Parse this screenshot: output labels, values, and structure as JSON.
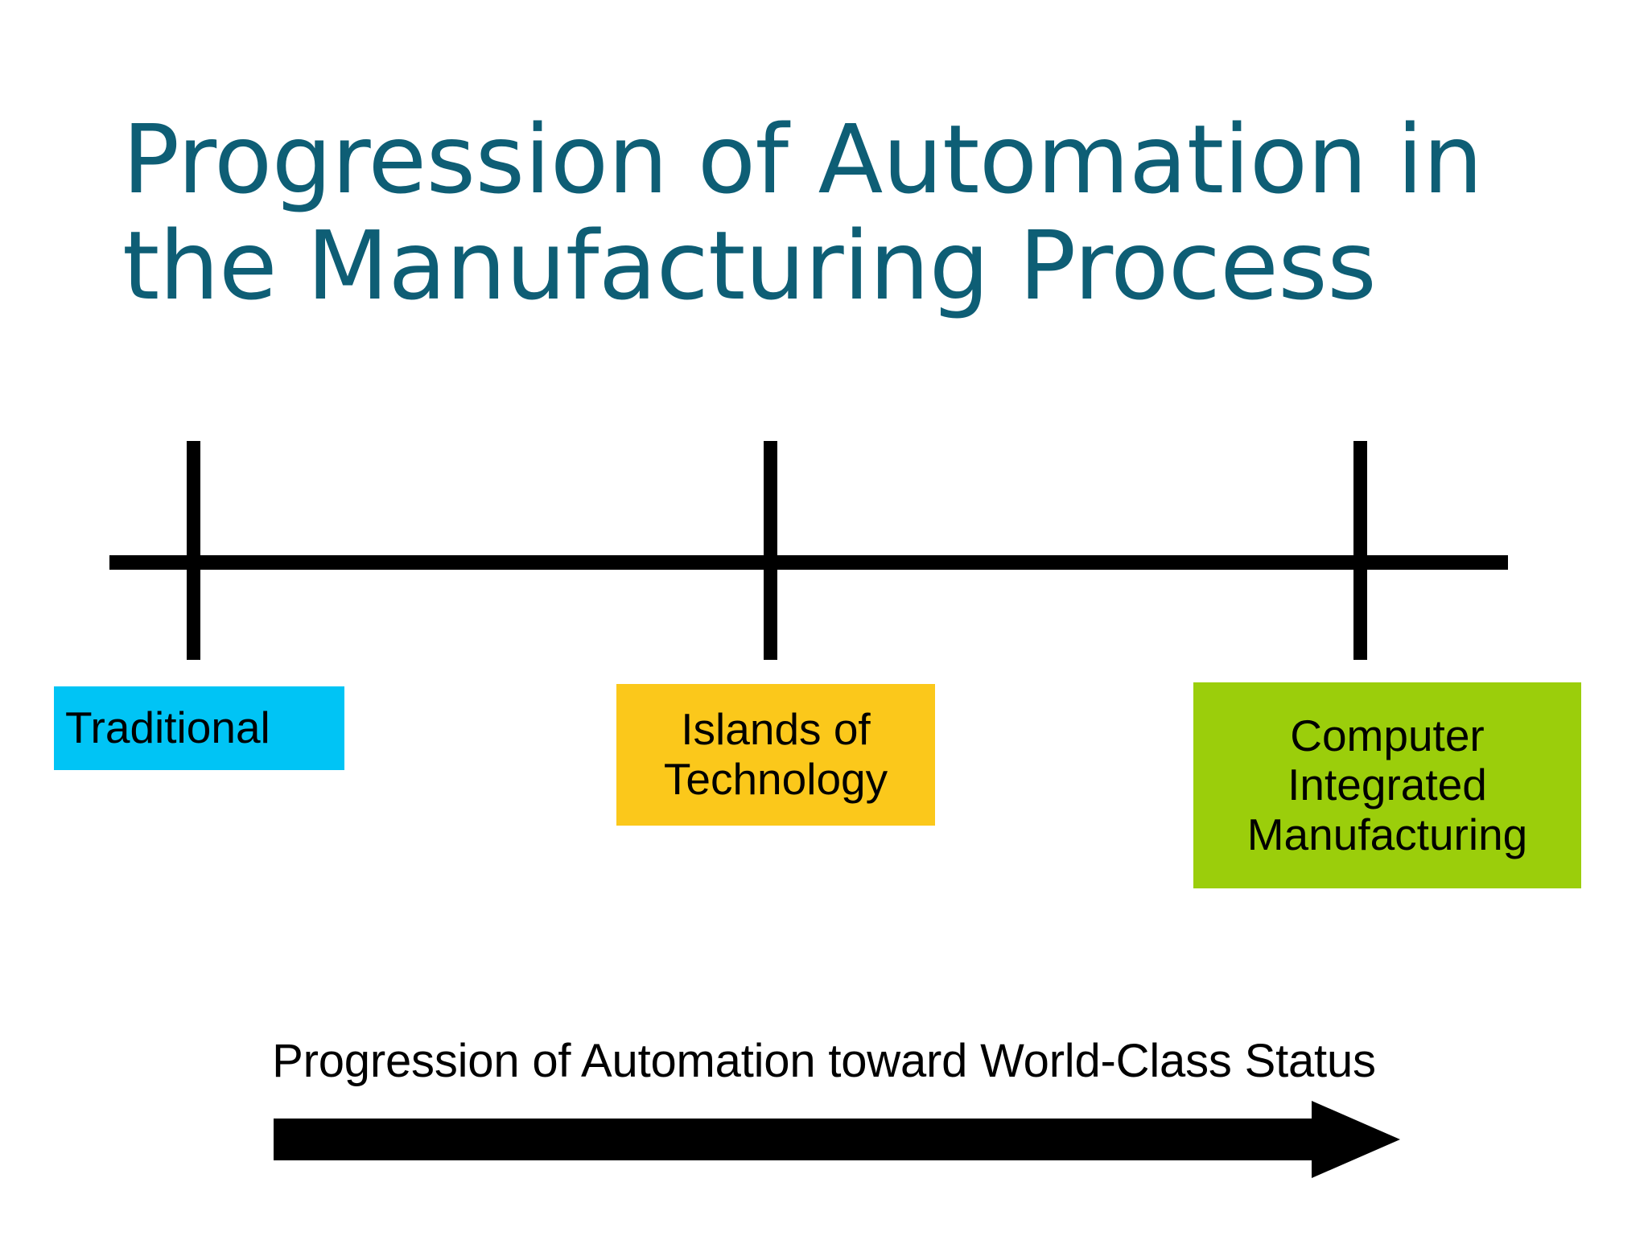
{
  "slide": {
    "title": "Progression of Automation in\nthe Manufacturing Process",
    "title_color": "#0E5E75",
    "background": "#FFFFFF"
  },
  "timeline": {
    "axis_label": "automation-progression-axis",
    "tick_count": 3,
    "ticks": [
      {
        "id": "tick-1",
        "stage": "Traditional"
      },
      {
        "id": "tick-2",
        "stage": "Islands of Technology"
      },
      {
        "id": "tick-3",
        "stage": "Computer Integrated Manufacturing"
      }
    ]
  },
  "stages": [
    {
      "label": "Traditional",
      "color": "#00C4F5",
      "color_name": "cyan",
      "lines": 1
    },
    {
      "label": "Islands of\nTechnology",
      "color": "#FBC81B",
      "color_name": "yellow",
      "lines": 2
    },
    {
      "label": "Computer\nIntegrated\nManufacturing",
      "color": "#9BCE0B",
      "color_name": "green",
      "lines": 3
    }
  ],
  "caption": {
    "text": "Progression of Automation toward World-Class Status",
    "color": "#000000"
  },
  "arrow": {
    "direction": "right",
    "color": "#000000",
    "semantic": "progression-direction-arrow"
  },
  "chart_data": {
    "type": "timeline",
    "title": "Progression of Automation in the Manufacturing Process",
    "axis_caption": "Progression of Automation toward World-Class Status",
    "categories": [
      "Traditional",
      "Islands of Technology",
      "Computer Integrated Manufacturing"
    ],
    "positions": [
      0,
      1,
      2
    ],
    "colors": [
      "#00C4F5",
      "#FBC81B",
      "#9BCE0B"
    ],
    "xlabel": "Progression of Automation toward World-Class Status",
    "ylabel": "",
    "grid": false,
    "legend": "none",
    "direction": "left-to-right increasing automation maturity"
  }
}
